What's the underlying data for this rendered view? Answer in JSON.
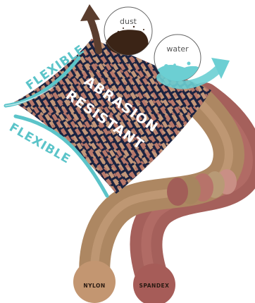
{
  "labels": {
    "flexible_top": "FLEXIBLE",
    "flexible_bottom": "FLEXIBLE",
    "abrasion": "ABRASION",
    "resistant": "RESISTANT",
    "dust": "dust",
    "water": "water",
    "nylon": "NYLON",
    "spandex": "SPANDEX"
  },
  "colors": {
    "flex_arrow": "#5bc4c9",
    "water_arrow": "#6ccfd3",
    "dust_arrow": "#5a3d2e",
    "dust": "#3b2416",
    "fabric_nylon": "#c4977a",
    "fabric_spandex": "#b8786a",
    "fabric_gap": "#1b2340",
    "nylon_fiber": "#b99067",
    "spandex_fiber": "#a05e5a"
  },
  "icons": [
    "dust-particles",
    "water-droplets",
    "up-arrow",
    "curved-arrow"
  ]
}
